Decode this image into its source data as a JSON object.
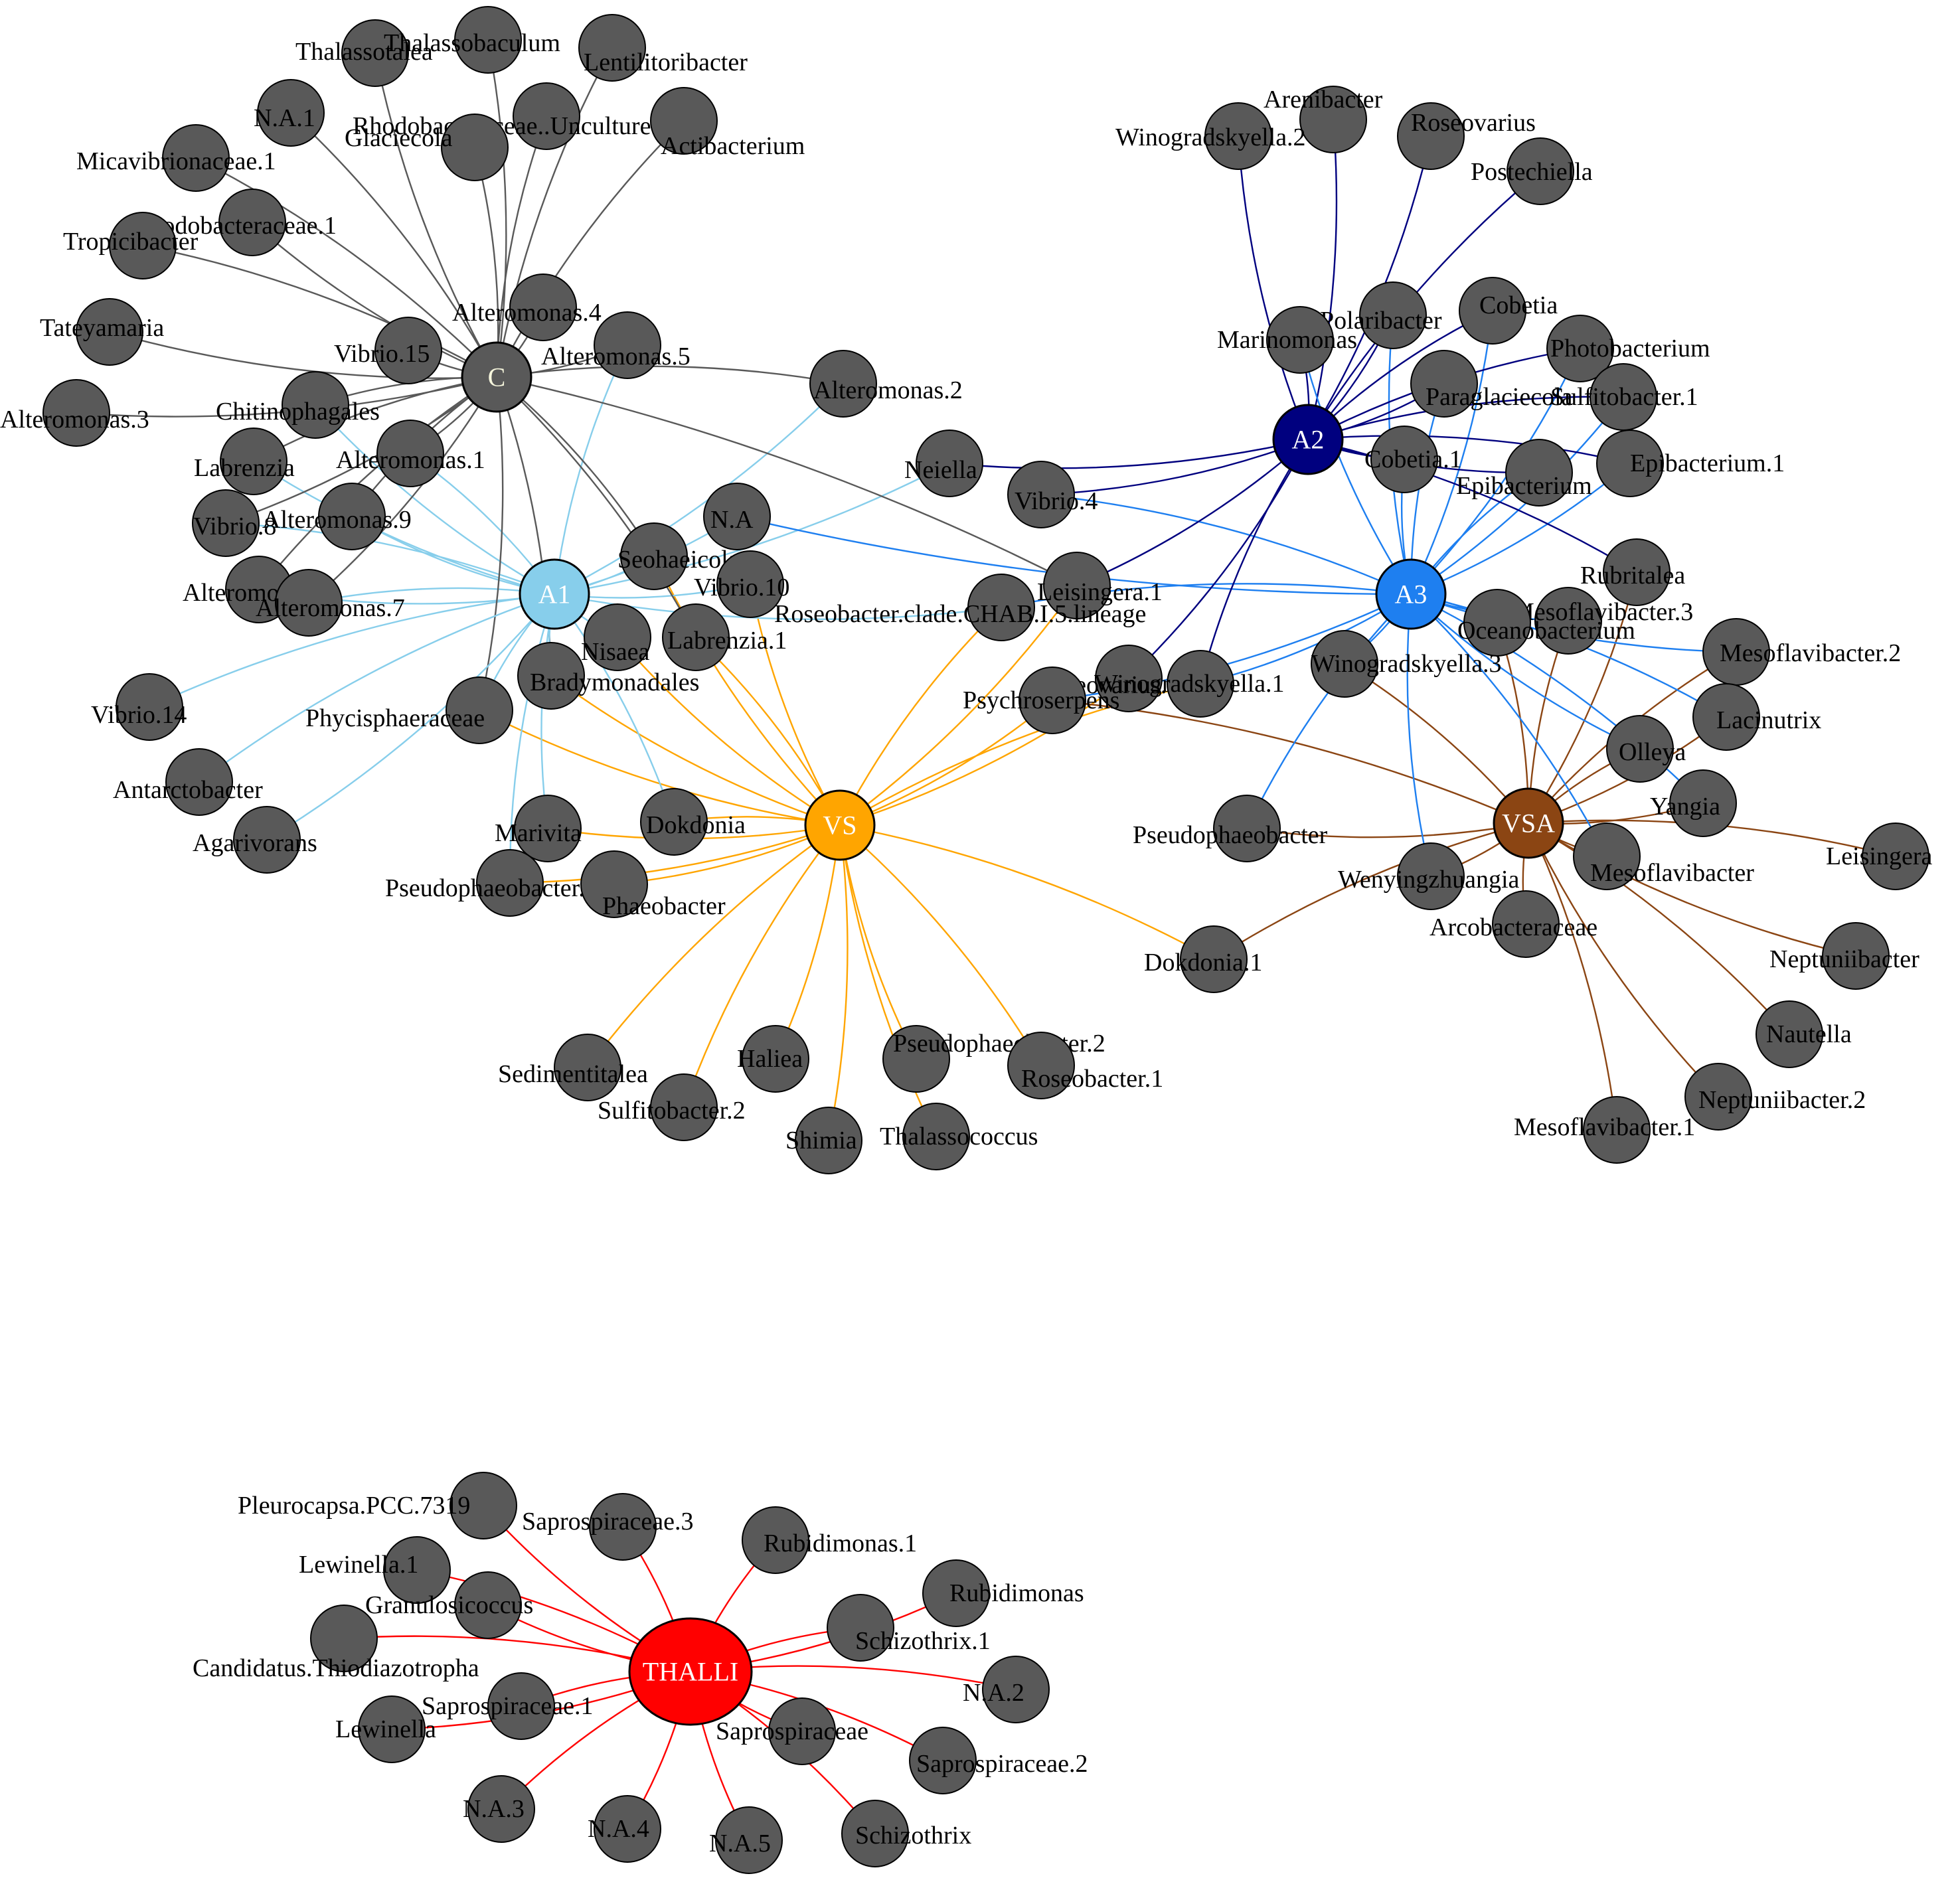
{
  "hubs": {
    "C": {
      "label": "C",
      "color": "#595959",
      "text_color": "#f5f5dc"
    },
    "A1": {
      "label": "A1",
      "color": "#87ceeb",
      "text_color": "#ffffff"
    },
    "A2": {
      "label": "A2",
      "color": "#00007f",
      "text_color": "#ffffff"
    },
    "A3": {
      "label": "A3",
      "color": "#1e7ff0",
      "text_color": "#ffffff"
    },
    "VS": {
      "label": "VS",
      "color": "#ffa500",
      "text_color": "#ffffff"
    },
    "VSA": {
      "label": "VSA",
      "color": "#8b4513",
      "text_color": "#ffffff"
    },
    "THALLI": {
      "label": "THALLI",
      "color": "#ff0000",
      "text_color": "#ffffff"
    }
  },
  "edge_colors": {
    "C": "#595959",
    "A1": "#87ceeb",
    "A2": "#00007f",
    "A3": "#1e7ff0",
    "VS": "#ffa500",
    "VSA": "#8b4513",
    "THALLI": "#ff0000"
  },
  "taxa": [
    {
      "id": "thalassotalea",
      "label": "Thalassotalea",
      "hubs": [
        "C"
      ]
    },
    {
      "id": "thalassobaculum",
      "label": "Thalassobaculum",
      "hubs": [
        "C"
      ]
    },
    {
      "id": "lentilitoribacter",
      "label": "Lentilitoribacter",
      "hubs": [
        "C"
      ]
    },
    {
      "id": "na1",
      "label": "N.A.1",
      "hubs": [
        "C"
      ]
    },
    {
      "id": "rhodobacteraceae-unc",
      "label": "Rhodobacteraceae..Uncultured",
      "hubs": [
        "C"
      ]
    },
    {
      "id": "glaciecola",
      "label": "Glaciecola",
      "hubs": [
        "C"
      ]
    },
    {
      "id": "actibacterium",
      "label": "Actibacterium",
      "hubs": [
        "C"
      ]
    },
    {
      "id": "micavibrionaceae1",
      "label": "Micavibrionaceae.1",
      "hubs": [
        "C"
      ]
    },
    {
      "id": "rhodobacteraceae1",
      "label": "Rhodobacteraceae.1",
      "hubs": [
        "C"
      ]
    },
    {
      "id": "tropicibacter",
      "label": "Tropicibacter",
      "hubs": [
        "C"
      ]
    },
    {
      "id": "tateyamaria",
      "label": "Tateyamaria",
      "hubs": [
        "C"
      ]
    },
    {
      "id": "alteromonas4",
      "label": "Alteromonas.4",
      "hubs": [
        "C"
      ]
    },
    {
      "id": "vibrio15",
      "label": "Vibrio.15",
      "hubs": [
        "C"
      ]
    },
    {
      "id": "alteromonas5",
      "label": "Alteromonas.5",
      "hubs": [
        "C",
        "A1"
      ]
    },
    {
      "id": "alteromonas3",
      "label": "Alteromonas.3",
      "hubs": [
        "C"
      ]
    },
    {
      "id": "chitinophagales",
      "label": "Chitinophagales",
      "hubs": [
        "C",
        "A1"
      ]
    },
    {
      "id": "alteromonas2",
      "label": "Alteromonas.2",
      "hubs": [
        "C",
        "A1"
      ]
    },
    {
      "id": "labrenzia",
      "label": "Labrenzia",
      "hubs": [
        "C",
        "A1"
      ]
    },
    {
      "id": "alteromonas1",
      "label": "Alteromonas.1",
      "hubs": [
        "C",
        "A1"
      ]
    },
    {
      "id": "neiella",
      "label": "Neiella",
      "hubs": [
        "A1",
        "A2"
      ]
    },
    {
      "id": "vibrio8",
      "label": "Vibrio.8",
      "hubs": [
        "C",
        "A1"
      ]
    },
    {
      "id": "alteromonas9",
      "label": "Alteromonas.9",
      "hubs": [
        "C",
        "A1"
      ]
    },
    {
      "id": "vibrio4",
      "label": "Vibrio.4",
      "hubs": [
        "A2",
        "A3"
      ]
    },
    {
      "id": "na",
      "label": "N.A",
      "hubs": [
        "A1",
        "A3"
      ]
    },
    {
      "id": "seohaeicola",
      "label": "Seohaeicola",
      "hubs": [
        "C",
        "A1",
        "VS"
      ]
    },
    {
      "id": "alteromonas",
      "label": "Alteromonas",
      "hubs": [
        "C",
        "A1"
      ]
    },
    {
      "id": "alteromonas7",
      "label": "Alteromonas.7",
      "hubs": [
        "C",
        "A1"
      ]
    },
    {
      "id": "vibrio10",
      "label": "Vibrio.10",
      "hubs": [
        "A1",
        "VS"
      ]
    },
    {
      "id": "leisingera1",
      "label": "Leisingera.1",
      "hubs": [
        "C",
        "VS",
        "A2"
      ]
    },
    {
      "id": "roseobacter-chab",
      "label": "Roseobacter.clade.CHAB.I.5.lineage",
      "hubs": [
        "A1",
        "VS",
        "A3"
      ]
    },
    {
      "id": "labrenzia1",
      "label": "Labrenzia.1",
      "hubs": [
        "C",
        "VS"
      ]
    },
    {
      "id": "nisaea",
      "label": "Nisaea",
      "hubs": [
        "A1",
        "VS"
      ]
    },
    {
      "id": "bradymonadales",
      "label": "Bradymonadales",
      "hubs": [
        "C",
        "A1",
        "VS"
      ]
    },
    {
      "id": "vibrio14",
      "label": "Vibrio.14",
      "hubs": [
        "A1"
      ]
    },
    {
      "id": "phycisphaeraceae",
      "label": "Phycisphaeraceae",
      "hubs": [
        "C",
        "A1",
        "VS"
      ]
    },
    {
      "id": "antarctobacter",
      "label": "Antarctobacter",
      "hubs": [
        "A1"
      ]
    },
    {
      "id": "agarivorans",
      "label": "Agarivorans",
      "hubs": [
        "A1"
      ]
    },
    {
      "id": "marivita",
      "label": "Marivita",
      "hubs": [
        "A1",
        "VS"
      ]
    },
    {
      "id": "dokdonia",
      "label": "Dokdonia",
      "hubs": [
        "A1",
        "VS"
      ]
    },
    {
      "id": "pseudophaeobacter1",
      "label": "Pseudophaeobacter.1",
      "hubs": [
        "A1",
        "VS"
      ]
    },
    {
      "id": "phaeobacter",
      "label": "Phaeobacter",
      "hubs": [
        "VS"
      ]
    },
    {
      "id": "arenibacter",
      "label": "Arenibacter",
      "hubs": [
        "A2"
      ]
    },
    {
      "id": "winogradskyella2",
      "label": "Winogradskyella.2",
      "hubs": [
        "A2"
      ]
    },
    {
      "id": "roseovarius",
      "label": "Roseovarius",
      "hubs": [
        "A2"
      ]
    },
    {
      "id": "postechiella",
      "label": "Postechiella",
      "hubs": [
        "A2"
      ]
    },
    {
      "id": "polaribacter",
      "label": "Polaribacter",
      "hubs": [
        "A2",
        "A3"
      ]
    },
    {
      "id": "cobetia",
      "label": "Cobetia",
      "hubs": [
        "A2",
        "A3"
      ]
    },
    {
      "id": "marinomonas",
      "label": "Marinomonas",
      "hubs": [
        "A2",
        "A3"
      ]
    },
    {
      "id": "photobacterium",
      "label": "Photobacterium",
      "hubs": [
        "A2",
        "A3"
      ]
    },
    {
      "id": "paraglaciecola",
      "label": "Paraglaciecola",
      "hubs": [
        "A2",
        "A3"
      ]
    },
    {
      "id": "sulfitobacter1",
      "label": "Sulfitobacter.1",
      "hubs": [
        "A2",
        "A3"
      ]
    },
    {
      "id": "cobetia1",
      "label": "Cobetia.1",
      "hubs": [
        "A2",
        "A3"
      ]
    },
    {
      "id": "epibacterium1",
      "label": "Epibacterium.1",
      "hubs": [
        "A2",
        "A3"
      ]
    },
    {
      "id": "epibacterium",
      "label": "Epibacterium",
      "hubs": [
        "A2",
        "A3"
      ]
    },
    {
      "id": "rubritalea",
      "label": "Rubritalea",
      "hubs": [
        "A2",
        "VSA"
      ]
    },
    {
      "id": "mesoflavibacter3",
      "label": "Mesoflavibacter.3",
      "hubs": [
        "A3",
        "VSA"
      ]
    },
    {
      "id": "oceanobacterium",
      "label": "Oceanobacterium",
      "hubs": [
        "A3",
        "VSA"
      ]
    },
    {
      "id": "mesoflavibacter2",
      "label": "Mesoflavibacter.2",
      "hubs": [
        "A3",
        "VSA"
      ]
    },
    {
      "id": "winogradskyella3",
      "label": "Winogradskyella.3",
      "hubs": [
        "A3",
        "VSA"
      ]
    },
    {
      "id": "roseovarius1",
      "label": "Roseovarius.1",
      "hubs": [
        "VS",
        "A2"
      ]
    },
    {
      "id": "winogradskyella1",
      "label": "Winogradskyella.1",
      "hubs": [
        "VS",
        "A2",
        "A3"
      ]
    },
    {
      "id": "psychroserpens",
      "label": "Psychroserpens",
      "hubs": [
        "VS",
        "A3",
        "VSA"
      ]
    },
    {
      "id": "lacinutrix",
      "label": "Lacinutrix",
      "hubs": [
        "A3",
        "VSA"
      ]
    },
    {
      "id": "olleya",
      "label": "Olleya",
      "hubs": [
        "A3",
        "VSA"
      ]
    },
    {
      "id": "yangia",
      "label": "Yangia",
      "hubs": [
        "A3",
        "VSA"
      ]
    },
    {
      "id": "pseudophaeobacter",
      "label": "Pseudophaeobacter",
      "hubs": [
        "A3",
        "VSA"
      ]
    },
    {
      "id": "leisingera",
      "label": "Leisingera",
      "hubs": [
        "VSA"
      ]
    },
    {
      "id": "wenyingzhuangia",
      "label": "Wenyingzhuangia",
      "hubs": [
        "A3",
        "VSA"
      ]
    },
    {
      "id": "mesoflavibacter",
      "label": "Mesoflavibacter",
      "hubs": [
        "A3",
        "VSA"
      ]
    },
    {
      "id": "arcobacteraceae",
      "label": "Arcobacteraceae",
      "hubs": [
        "VSA"
      ]
    },
    {
      "id": "dokdonia1",
      "label": "Dokdonia.1",
      "hubs": [
        "VS",
        "VSA"
      ]
    },
    {
      "id": "neptuniibacter",
      "label": "Neptuniibacter",
      "hubs": [
        "VSA"
      ]
    },
    {
      "id": "nautella",
      "label": "Nautella",
      "hubs": [
        "VSA"
      ]
    },
    {
      "id": "neptuniibacter2",
      "label": "Neptuniibacter.2",
      "hubs": [
        "VSA"
      ]
    },
    {
      "id": "mesoflavibacter1",
      "label": "Mesoflavibacter.1",
      "hubs": [
        "VSA"
      ]
    },
    {
      "id": "sedimentitalea",
      "label": "Sedimentitalea",
      "hubs": [
        "VS"
      ]
    },
    {
      "id": "haliea",
      "label": "Haliea",
      "hubs": [
        "VS"
      ]
    },
    {
      "id": "pseudophaeobacter2",
      "label": "Pseudophaeobacter.2",
      "hubs": [
        "VS"
      ]
    },
    {
      "id": "roseobacter1",
      "label": "Roseobacter.1",
      "hubs": [
        "VS"
      ]
    },
    {
      "id": "sulfitobacter2",
      "label": "Sulfitobacter.2",
      "hubs": [
        "VS"
      ]
    },
    {
      "id": "shimia",
      "label": "Shimia",
      "hubs": [
        "VS"
      ]
    },
    {
      "id": "thalassococcus",
      "label": "Thalassococcus",
      "hubs": [
        "VS"
      ]
    },
    {
      "id": "pleurocapsa",
      "label": "Pleurocapsa.PCC.7319",
      "hubs": [
        "THALLI"
      ]
    },
    {
      "id": "saprospiraceae3",
      "label": "Saprospiraceae.3",
      "hubs": [
        "THALLI"
      ]
    },
    {
      "id": "rubidimonas1",
      "label": "Rubidimonas.1",
      "hubs": [
        "THALLI"
      ]
    },
    {
      "id": "lewinella1",
      "label": "Lewinella.1",
      "hubs": [
        "THALLI"
      ]
    },
    {
      "id": "granulosicoccus",
      "label": "Granulosicoccus",
      "hubs": [
        "THALLI"
      ]
    },
    {
      "id": "rubidimonas",
      "label": "Rubidimonas",
      "hubs": [
        "THALLI"
      ]
    },
    {
      "id": "schizothrix1",
      "label": "Schizothrix.1",
      "hubs": [
        "THALLI"
      ]
    },
    {
      "id": "candidatus",
      "label": "Candidatus.Thiodiazotropha",
      "hubs": [
        "THALLI"
      ]
    },
    {
      "id": "na2",
      "label": "N.A.2",
      "hubs": [
        "THALLI"
      ]
    },
    {
      "id": "saprospiraceae1",
      "label": "Saprospiraceae.1",
      "hubs": [
        "THALLI"
      ]
    },
    {
      "id": "lewinella",
      "label": "Lewinella",
      "hubs": [
        "THALLI"
      ]
    },
    {
      "id": "saprospiraceae",
      "label": "Saprospiraceae",
      "hubs": [
        "THALLI"
      ]
    },
    {
      "id": "saprospiraceae2",
      "label": "Saprospiraceae.2",
      "hubs": [
        "THALLI"
      ]
    },
    {
      "id": "na3",
      "label": "N.A.3",
      "hubs": [
        "THALLI"
      ]
    },
    {
      "id": "na4",
      "label": "N.A.4",
      "hubs": [
        "THALLI"
      ]
    },
    {
      "id": "na5",
      "label": "N.A.5",
      "hubs": [
        "THALLI"
      ]
    },
    {
      "id": "schizothrix",
      "label": "Schizothrix",
      "hubs": [
        "THALLI"
      ]
    }
  ]
}
